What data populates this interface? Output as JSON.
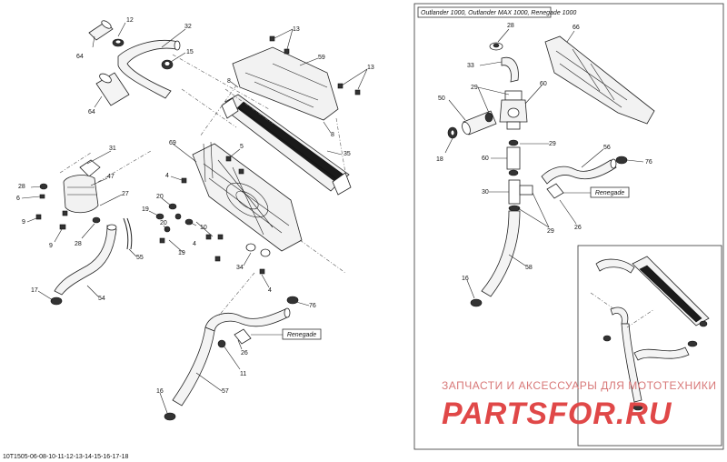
{
  "inset": {
    "title": "Outlander 1000, Outlander MAX 1000, Renegade 1000"
  },
  "tags": {
    "renegade_left": "Renegade",
    "renegade_right": "Renegade"
  },
  "watermark": {
    "tagline": "ЗАПЧАСТИ И АКСЕССУАРЫ ДЛЯ МОТОТЕХНИКИ",
    "logo": "PARTSFOR.RU"
  },
  "document_id": "10T1505-06-08-10-11-12-13-14-15-16-17-18",
  "callouts": {
    "c1": "12",
    "c2": "32",
    "c3": "64",
    "c4": "15",
    "c5": "64",
    "c6": "13",
    "c7": "59",
    "c8": "13",
    "c9": "8",
    "c10": "8",
    "c11": "69",
    "c12": "35",
    "c13": "5",
    "c14": "4",
    "c15": "31",
    "c16": "47",
    "c17": "28",
    "c18": "27",
    "c19": "6",
    "c20": "20",
    "c21": "19",
    "c22": "10",
    "c23": "9",
    "c24": "28",
    "c25": "9",
    "c26": "55",
    "c27": "4",
    "c28": "19",
    "c29": "20",
    "c30": "34",
    "c31": "4",
    "c32": "17",
    "c33": "54",
    "c34": "76",
    "c35": "Renegade",
    "c36": "26",
    "c37": "11",
    "c38": "57",
    "c39": "16",
    "r1": "28",
    "r2": "66",
    "r3": "33",
    "r4": "29",
    "r5": "60",
    "r6": "50",
    "r7": "29",
    "r8": "18",
    "r9": "60",
    "r10": "56",
    "r11": "76",
    "r12": "30",
    "r13": "29",
    "r14": "26",
    "r15": "58",
    "r16": "16"
  }
}
